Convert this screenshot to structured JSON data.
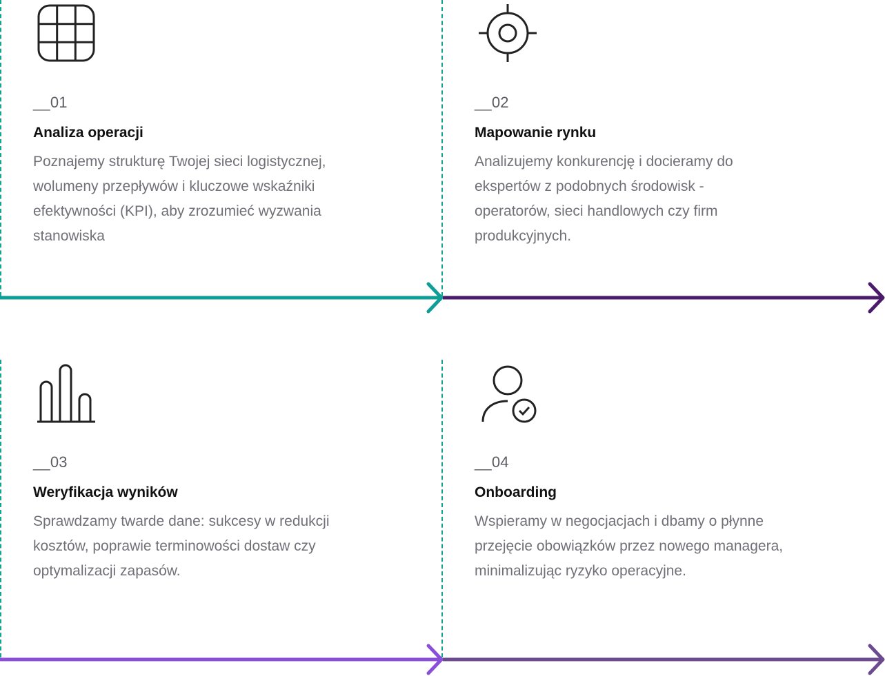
{
  "steps": [
    {
      "number": "__01",
      "title": "Analiza operacji",
      "description": "Poznajemy strukturę Twojej sieci logistycznej, wolumeny przepływów i kluczowe wskaźniki efektywności (KPI), aby zrozumieć wyzwania stanowiska",
      "icon": "grid-icon"
    },
    {
      "number": "__02",
      "title": "Mapowanie rynku",
      "description": "Analizujemy konkurencję i docieramy do ekspertów z podobnych środowisk - operatorów, sieci handlowych czy firm produkcyjnych.",
      "icon": "crosshair-target-icon"
    },
    {
      "number": "__03",
      "title": "Weryfikacja wyników",
      "description": "Sprawdzamy twarde dane: sukcesy w redukcji kosztów, poprawie terminowości dostaw czy optymalizacji zapasów.",
      "icon": "bar-chart-icon"
    },
    {
      "number": "__04",
      "title": "Onboarding",
      "description": "Wspieramy w negocjacjach i dbamy o płynne przejęcie obowiązków przez nowego managera, minimalizując ryzyko operacyjne.",
      "icon": "user-check-icon"
    }
  ],
  "colors": {
    "teal": "#0f9e96",
    "dark_purple": "#4a1a6b",
    "violet": "#8a4fd8",
    "muted_purple": "#6b4a8f",
    "dashed_line": "#16a394",
    "title_text": "#111111",
    "body_text": "#707078",
    "number_text": "#5c5c63"
  }
}
